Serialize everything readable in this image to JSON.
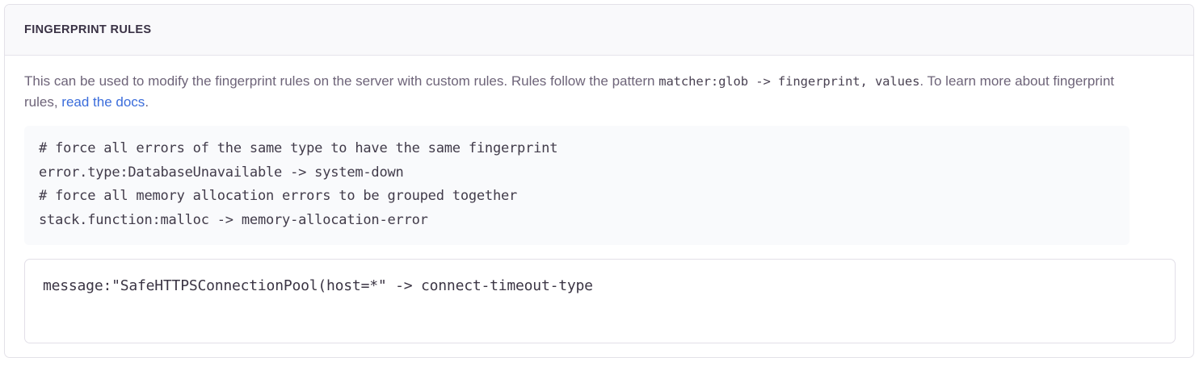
{
  "panel": {
    "title": "FINGERPRINT RULES"
  },
  "description": {
    "text_before_code": "This can be used to modify the fingerprint rules on the server with custom rules. Rules follow the pattern ",
    "inline_code": "matcher:glob -> fingerprint, values",
    "text_after_code": ". To learn more about fingerprint rules, ",
    "link_label": "read the docs",
    "text_end": "."
  },
  "example_code": {
    "lines": [
      "# force all errors of the same type to have the same fingerprint",
      "error.type:DatabaseUnavailable -> system-down",
      "# force all memory allocation errors to be grouped together",
      "stack.function:malloc -> memory-allocation-error"
    ],
    "full_text": "# force all errors of the same type to have the same fingerprint\nerror.type:DatabaseUnavailable -> system-down\n# force all memory allocation errors to be grouped together\nstack.function:malloc -> memory-allocation-error"
  },
  "rules_input": {
    "value": "message:\"SafeHTTPSConnectionPool(host=*\" -> connect-timeout-type",
    "placeholder": ""
  },
  "colors": {
    "link": "#3b6ddb",
    "title": "#3a3245",
    "body_text": "#6e6479",
    "code_text": "#413b4a",
    "code_block_bg": "#f9fafc",
    "header_bg": "#f9f9fb",
    "border": "#e3e1e8"
  }
}
